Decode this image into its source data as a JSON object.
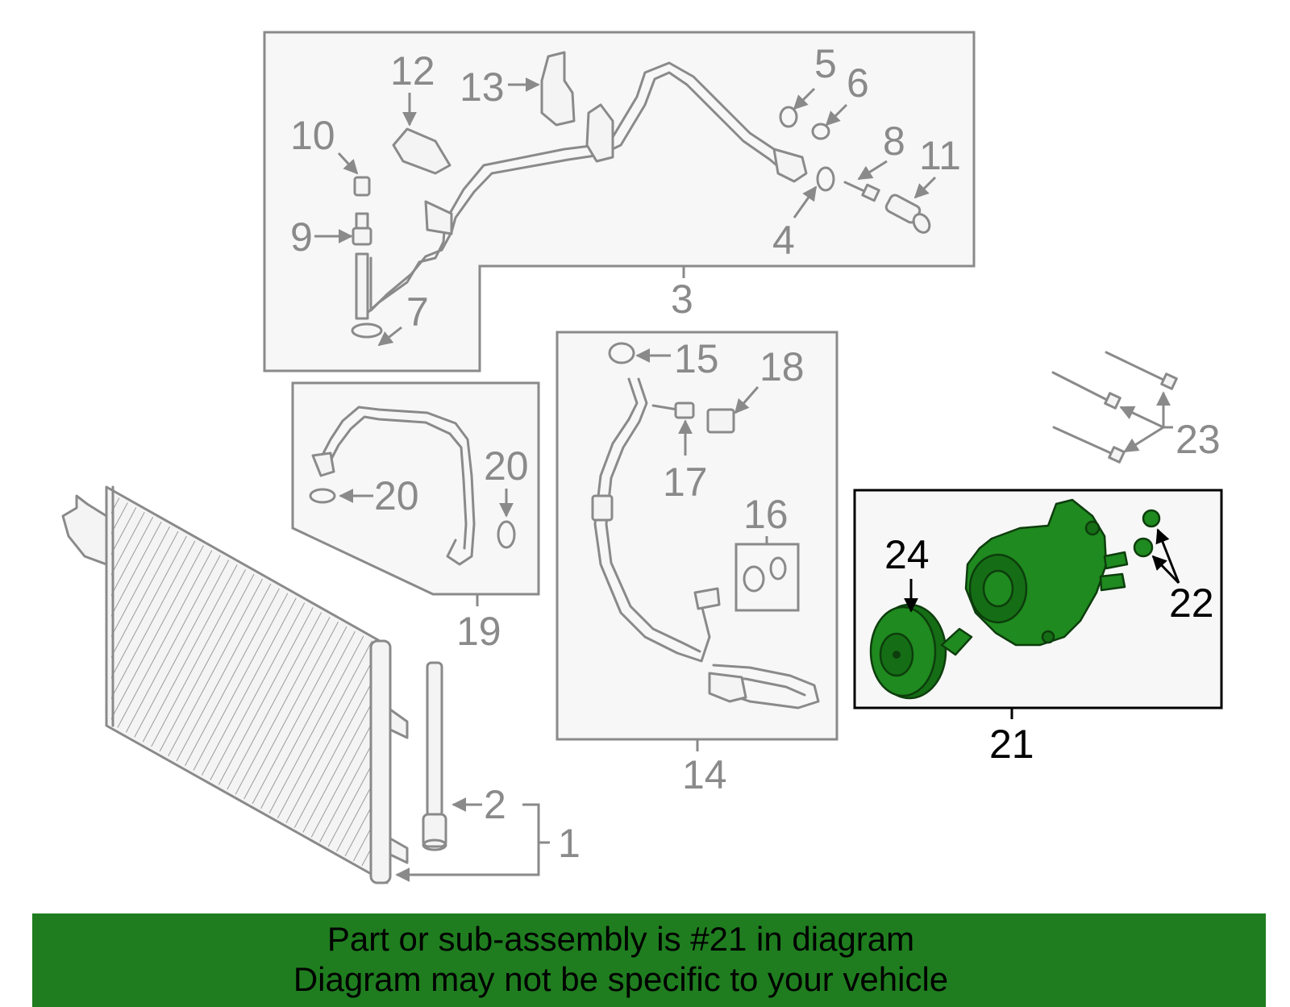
{
  "callouts": {
    "c1": "1",
    "c2": "2",
    "c3": "3",
    "c4": "4",
    "c5": "5",
    "c6": "6",
    "c7": "7",
    "c8": "8",
    "c9": "9",
    "c10": "10",
    "c11": "11",
    "c12": "12",
    "c13": "13",
    "c14": "14",
    "c15": "15",
    "c16": "16",
    "c17": "17",
    "c18": "18",
    "c19": "19",
    "c20a": "20",
    "c20b": "20",
    "c21": "21",
    "c22": "22",
    "c23": "23",
    "c24": "24"
  },
  "highlight_color": "#1f8a1f",
  "banner": {
    "line1": "Part or sub-assembly is #21 in diagram",
    "line2": "Diagram may not be specific to your vehicle",
    "background": "#1f7d1f"
  }
}
